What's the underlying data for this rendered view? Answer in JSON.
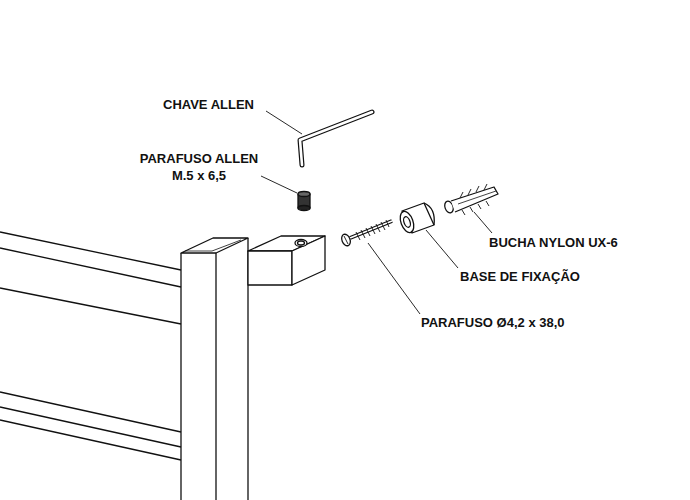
{
  "diagram": {
    "labels": [
      "CHAVE ALLEN",
      "PARAFUSO ALLEN M.5 x 6,5",
      "BUCHA NYLON UX-6",
      "BASE DE FIXAÇÃO",
      "PARAFUSO Ø4,2 x 38,0"
    ]
  }
}
